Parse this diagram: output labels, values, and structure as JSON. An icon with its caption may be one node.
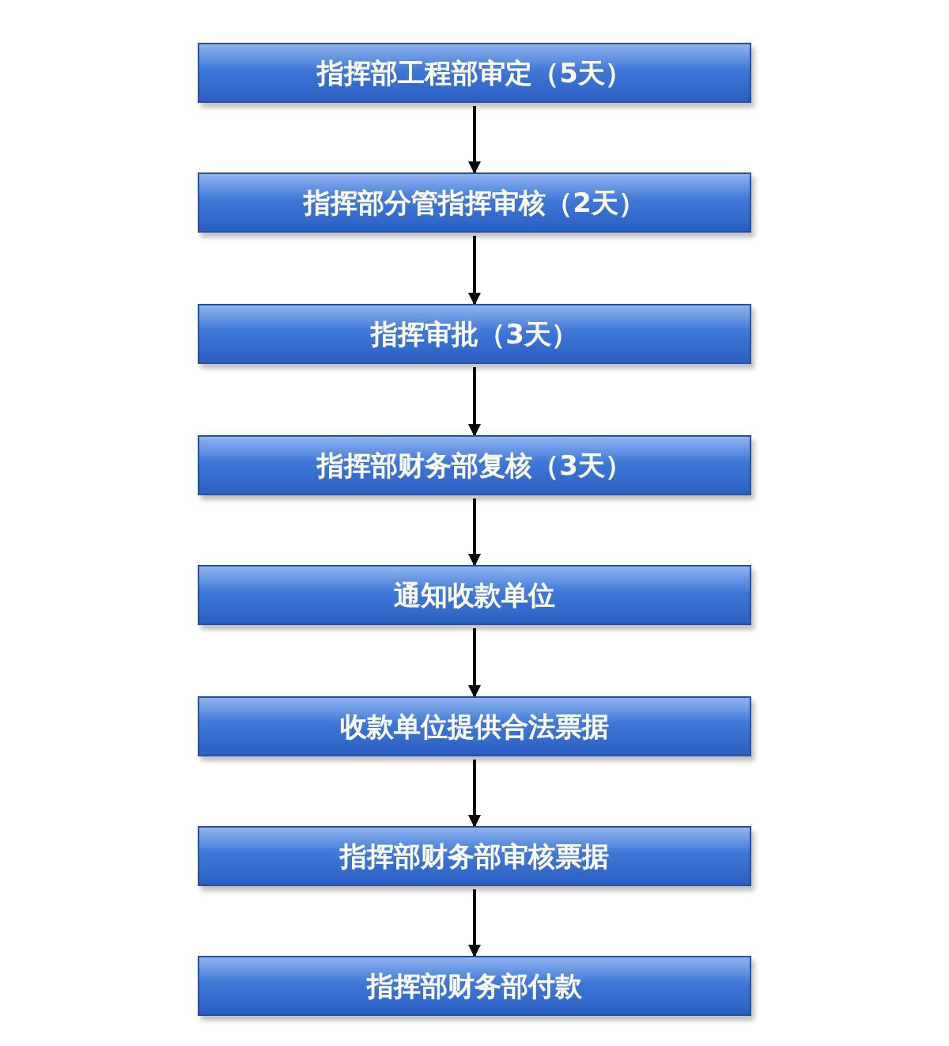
{
  "diagram": {
    "nodes": [
      {
        "text": [
          "指挥部工程部审定（5天）"
        ]
      },
      {
        "text": [
          "指挥部分管指挥审核（2天）"
        ]
      },
      {
        "text": [
          "指挥审批（3天）"
        ]
      },
      {
        "text": [
          "指挥部财务部复核（3天）"
        ]
      },
      {
        "text": [
          "通知收款单位"
        ]
      },
      {
        "text": [
          "收款单位提供合法票据"
        ]
      },
      {
        "text": [
          "指挥部财务部审核票据"
        ]
      },
      {
        "text": [
          "指挥部财务部付款"
        ]
      }
    ],
    "edges": [
      {
        "from": 0,
        "to": 1,
        "arrow": "to"
      },
      {
        "from": 1,
        "to": 2,
        "arrow": "to"
      },
      {
        "from": 2,
        "to": 3,
        "arrow": "to"
      },
      {
        "from": 3,
        "to": 4,
        "arrow": "to"
      },
      {
        "from": 4,
        "to": 5,
        "arrow": "to"
      },
      {
        "from": 5,
        "to": 6,
        "arrow": "to"
      },
      {
        "from": 6,
        "to": 7,
        "arrow": "to"
      }
    ]
  }
}
